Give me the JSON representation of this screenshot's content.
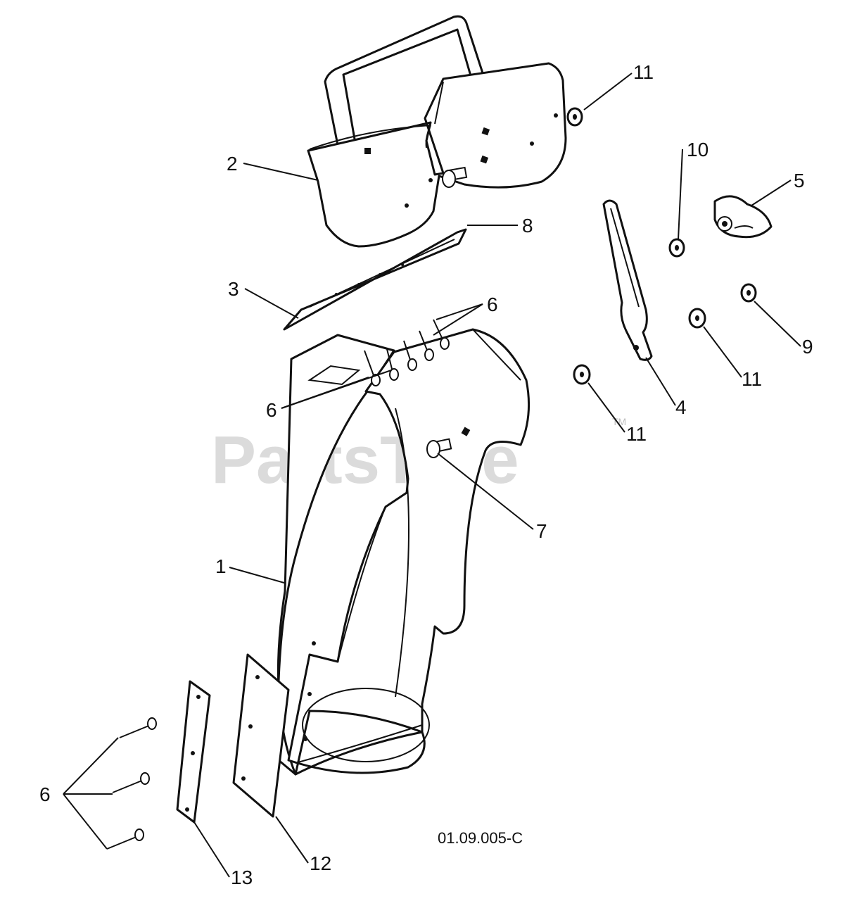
{
  "watermark": {
    "text": "PartsTree",
    "mark": "TM"
  },
  "drawing_number": "01.09.005-C",
  "callouts": {
    "c1": "1",
    "c2": "2",
    "c3": "3",
    "c4": "4",
    "c5": "5",
    "c6_top": "6",
    "c6_mid": "6",
    "c6_bottom": "6",
    "c7": "7",
    "c8": "8",
    "c9": "9",
    "c10": "10",
    "c11_top": "11",
    "c11_mid": "11",
    "c11_low": "11",
    "c12": "12",
    "c13": "13"
  }
}
